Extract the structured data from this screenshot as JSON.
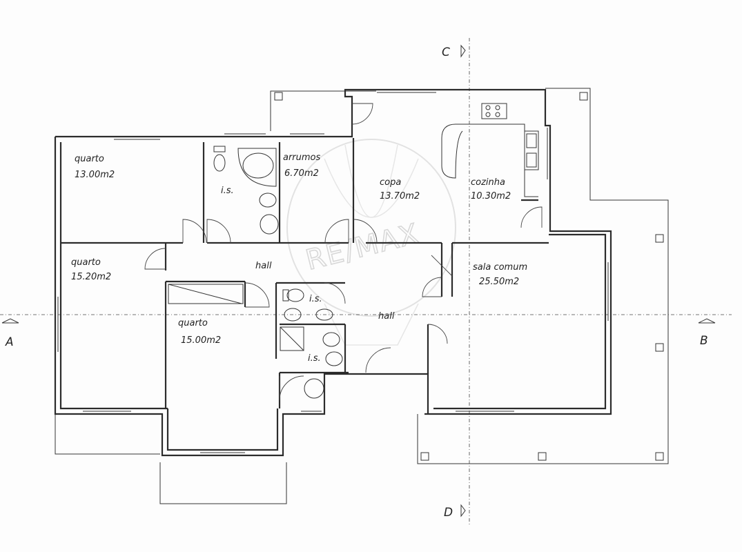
{
  "plan": {
    "rooms": [
      {
        "id": "quarto-nw",
        "name": "quarto",
        "area": "13.00m2"
      },
      {
        "id": "is-1",
        "name": "i.s.",
        "area": ""
      },
      {
        "id": "arrumos",
        "name": "arrumos",
        "area": "6.70m2"
      },
      {
        "id": "copa",
        "name": "copa",
        "area": "13.70m2"
      },
      {
        "id": "cozinha",
        "name": "cozinha",
        "area": "10.30m2"
      },
      {
        "id": "quarto-w",
        "name": "quarto",
        "area": "15.20m2"
      },
      {
        "id": "hall-top",
        "name": "hall",
        "area": ""
      },
      {
        "id": "sala",
        "name": "sala  comum",
        "area": "25.50m2"
      },
      {
        "id": "is-2",
        "name": "i.s.",
        "area": ""
      },
      {
        "id": "hall-center",
        "name": "hall",
        "area": ""
      },
      {
        "id": "quarto-s",
        "name": "quarto",
        "area": "15.00m2"
      },
      {
        "id": "is-3",
        "name": "i.s.",
        "area": ""
      }
    ],
    "section_markers": {
      "a": "A",
      "b": "B",
      "c": "C",
      "d": "D"
    },
    "watermark": "RE/MAX"
  }
}
